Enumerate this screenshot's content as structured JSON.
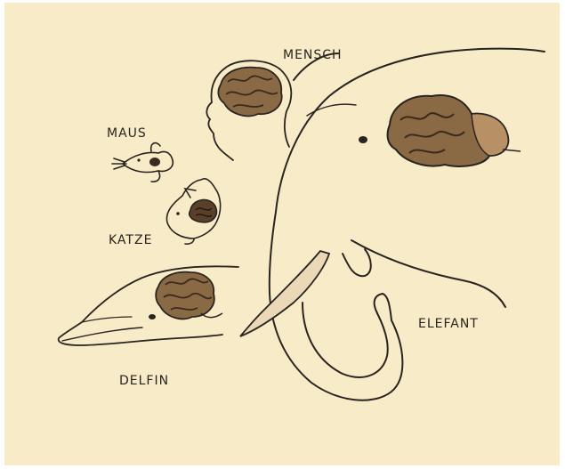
{
  "labels": {
    "human": "MENSCH",
    "mouse": "MAUS",
    "cat": "KATZE",
    "dolphin": "DELFIN",
    "elephant": "ELEFANT"
  },
  "colors": {
    "paper": "#f8ebc8",
    "ink": "#2a2420",
    "brain_fill": "#8a6a45",
    "brain_dark": "#3b2a1c",
    "tusk": "#ead8b6"
  }
}
